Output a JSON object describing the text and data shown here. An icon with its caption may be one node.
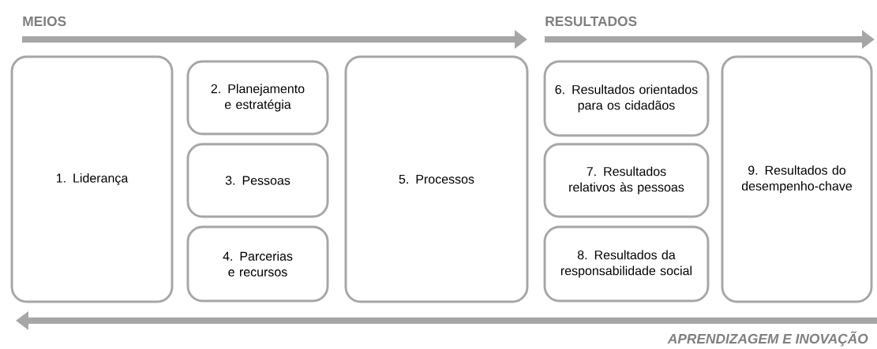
{
  "diagram": {
    "nodes": [
      {
        "text": [
          "1. Liderança"
        ]
      },
      {
        "text": [
          "2. Planejamento e estratégia"
        ]
      },
      {
        "text": [
          "3. Pessoas"
        ]
      },
      {
        "text": [
          "4. Parcerias e recursos"
        ]
      },
      {
        "text": [
          "5. Processos"
        ]
      },
      {
        "text": [
          "6. Resultados orientados para os cidadãos"
        ]
      },
      {
        "text": [
          "7. Resultados relativos às pessoas"
        ]
      },
      {
        "text": [
          "8. Resultados da responsabilidade social"
        ]
      },
      {
        "text": [
          "9. Resultados do desempenho-chave"
        ]
      }
    ],
    "labels": [
      "MEIOS",
      "RESULTADOS",
      "APRENDIZAGEM E INOVAÇÃO"
    ]
  }
}
